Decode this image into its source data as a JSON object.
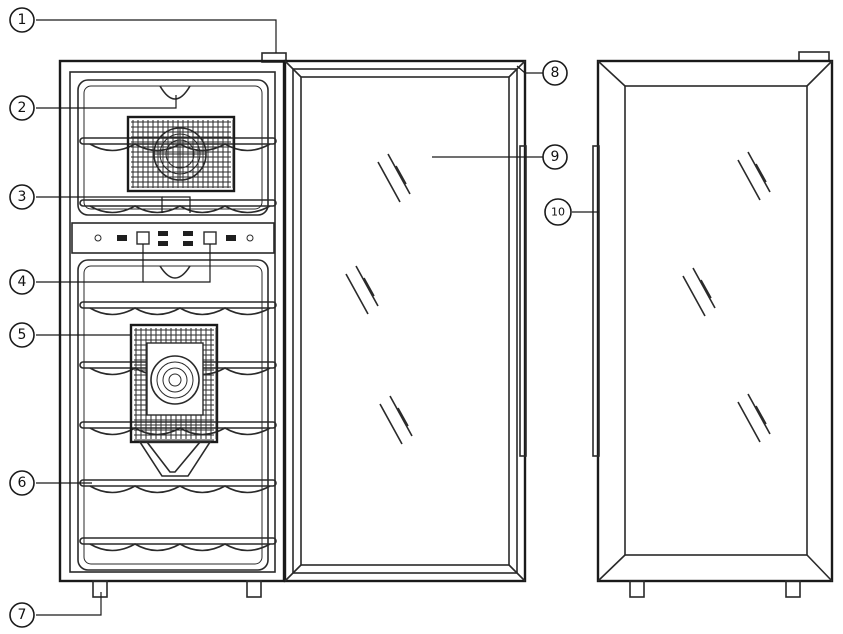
{
  "callouts": [
    {
      "id": "c1",
      "label": "1"
    },
    {
      "id": "c2",
      "label": "2"
    },
    {
      "id": "c3",
      "label": "3"
    },
    {
      "id": "c4",
      "label": "4"
    },
    {
      "id": "c5",
      "label": "5"
    },
    {
      "id": "c6",
      "label": "6"
    },
    {
      "id": "c7",
      "label": "7"
    },
    {
      "id": "c8",
      "label": "8"
    },
    {
      "id": "c9",
      "label": "9"
    },
    {
      "id": "c10",
      "label": "10"
    }
  ],
  "colors": {
    "line": "#2a2a2a",
    "background": "#ffffff"
  }
}
